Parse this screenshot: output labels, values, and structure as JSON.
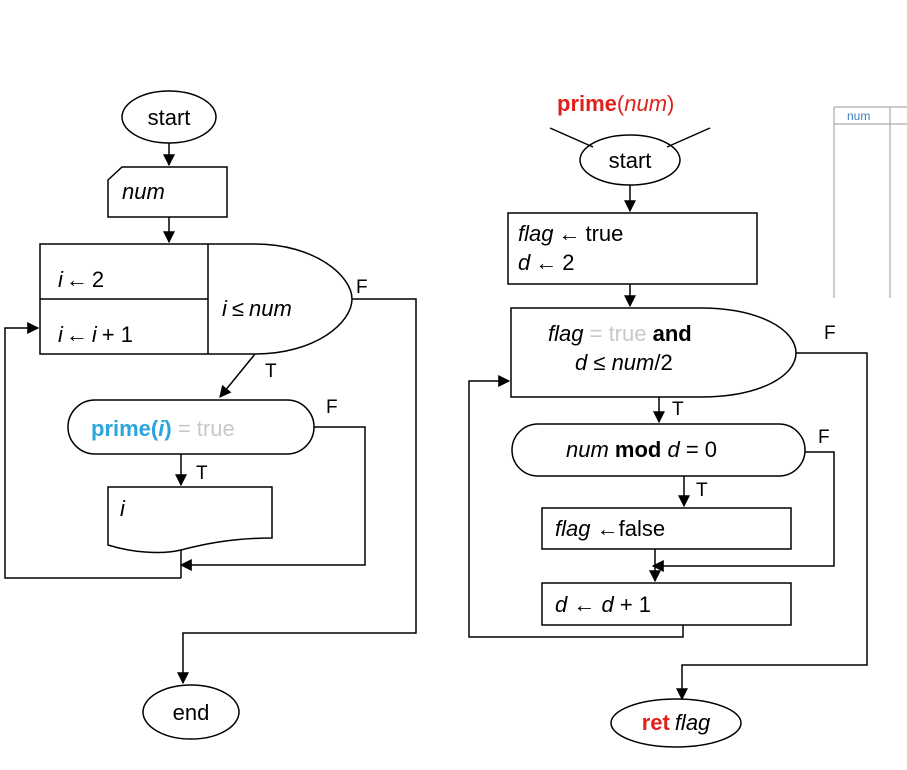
{
  "main_flow": {
    "start": "start",
    "input": "num",
    "loop_init": {
      "var": "i",
      "arrow": "←",
      "value": "2"
    },
    "loop_step": {
      "var": "i",
      "arrow": "←",
      "expr_var": "i",
      "expr_rest": "+ 1"
    },
    "loop_cond": {
      "var": "i",
      "op": "≤",
      "bound": "num"
    },
    "loop_cond_false": "F",
    "loop_cond_true": "T",
    "decision": {
      "func": "prime(",
      "arg": "i",
      "close": ")",
      "eq": " = ",
      "val": "true"
    },
    "decision_false": "F",
    "decision_true": "T",
    "output": "i",
    "end": "end"
  },
  "prime_flow": {
    "header": {
      "name": "prime",
      "open": "(",
      "param": "num",
      "close": ")"
    },
    "start": "start",
    "init1": {
      "var": "flag",
      "arrow": "←",
      "val": "true"
    },
    "init2": {
      "var": "d",
      "arrow": "←",
      "val": "2"
    },
    "while_line1": {
      "var": "flag",
      "eq": " = ",
      "val": "true",
      "and": " and"
    },
    "while_line2": {
      "var": "d",
      "op": " ≤ ",
      "var2": "num",
      "rest": "/2"
    },
    "while_false": "F",
    "while_true": "T",
    "mod_cond": {
      "var": "num",
      "kw": " mod ",
      "var2": "d",
      "rest": " = 0"
    },
    "mod_false": "F",
    "mod_true": "T",
    "set_flag": {
      "var": "flag",
      "rest": " ←false"
    },
    "incr": {
      "var": "d",
      "arrow": " ← ",
      "var2": "d",
      "rest": " + 1"
    },
    "ret": {
      "kw": "ret",
      "var": "flag"
    }
  },
  "table_fragment": {
    "column": "num"
  }
}
